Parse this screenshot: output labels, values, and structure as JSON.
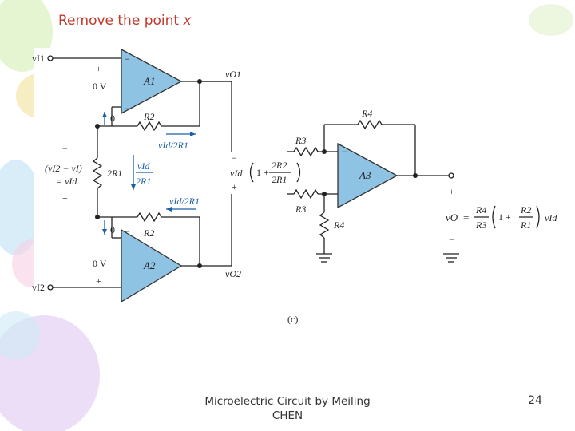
{
  "slide": {
    "title_prefix": "Remove the point ",
    "title_var": "x",
    "footer": "Microelectric Circuit by Meiling CHEN",
    "page_number": "24"
  },
  "colors": {
    "title": "#c0392b",
    "opamp_fill": "#8fc3e3",
    "wire": "#222222",
    "annotation": "#1a5fa8"
  },
  "circuit": {
    "input1": "vI1",
    "input2": "vI2",
    "output1": "vO1",
    "output2": "vO2",
    "amp1": "A1",
    "amp2": "A2",
    "amp3": "A3",
    "r2_top": "R2",
    "r2_bot": "R2",
    "r1": "2R1",
    "r3_top": "R3",
    "r3_bot": "R3",
    "r4_top": "R4",
    "r4_bot": "R4",
    "zero_v_top": "0 V",
    "zero_v_bot": "0 V",
    "zero_top": "0",
    "zero_bot": "0",
    "current_top": "vId/2R1",
    "current_bot": "vId/2R1",
    "vid_over": "vId",
    "vid_under": "2R1",
    "diff_left": "(vI2 − vI)",
    "diff_eq": "= vId",
    "mid_expr_prefix": "vId",
    "mid_frac_num": "2R2",
    "mid_frac_den": "2R1",
    "output_label": "vO",
    "out_frac1_num": "R4",
    "out_frac1_den": "R3",
    "out_frac2_num": "R2",
    "out_frac2_den": "R1",
    "out_tail": "vId",
    "caption": "(c)"
  }
}
